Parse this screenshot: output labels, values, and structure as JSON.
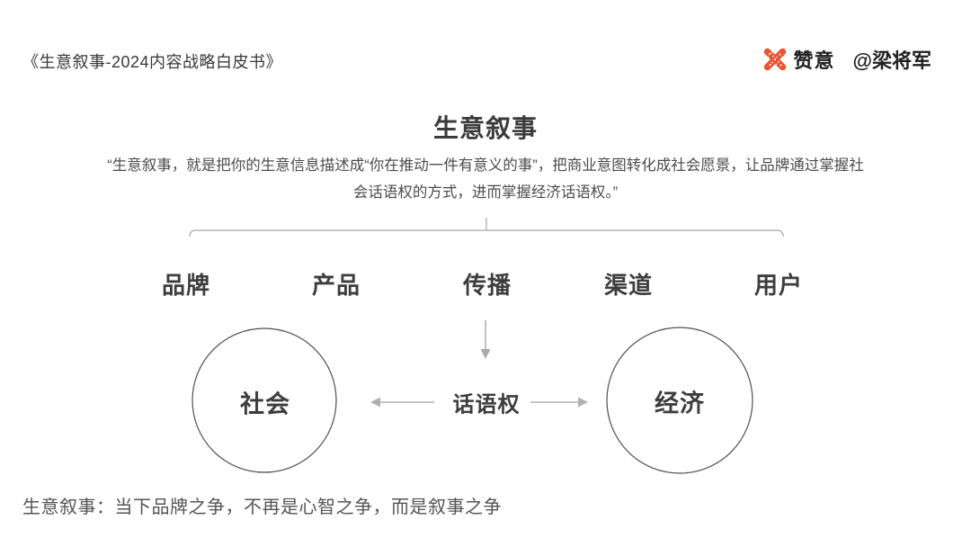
{
  "colors": {
    "accent_orange": "#E8552E",
    "text_dark": "#3b3b3b",
    "text_medium": "#4c4c4c",
    "text_light": "#555555",
    "line_gray": "#b5b5b5",
    "arrow_gray": "#aaaaaa",
    "circle_stroke": "#4f4f4f"
  },
  "header": {
    "source_title": "《生意叙事-2024内容战略白皮书》",
    "logo_icon": "x-cross-logo",
    "brand": "赞意",
    "handle": "@梁将军"
  },
  "main": {
    "title": "生意叙事",
    "quote_line1": "“生意叙事，就是把你的生意信息描述成“你在推动一件有意义的事”，把商业意图转化成社会愿景，让品牌通过掌握社",
    "quote_line2": "会话语权的方式，进而掌握经济话语权。”"
  },
  "diagram": {
    "terms": [
      "品牌",
      "产品",
      "传播",
      "渠道",
      "用户"
    ],
    "left_circle_label": "社会",
    "center_label": "话语权",
    "right_circle_label": "经济",
    "icons": {
      "bracket": "scope-bracket",
      "down_arrow": "down-arrow",
      "left_arrow": "left-arrow",
      "right_arrow": "right-arrow"
    }
  },
  "footer": {
    "summary": "生意叙事：当下品牌之争，不再是心智之争，而是叙事之争"
  }
}
